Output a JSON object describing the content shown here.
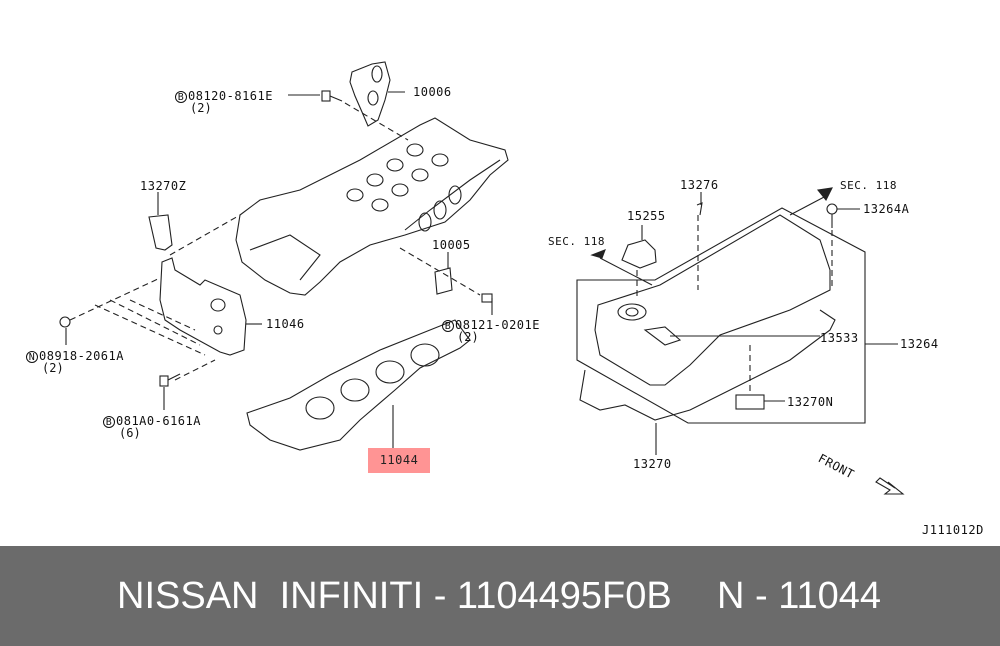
{
  "diagram": {
    "labels": {
      "p10006": "10006",
      "bolt_08120": "08120-8161E",
      "bolt_08120_qty": "(2)",
      "p13270Z": "13270Z",
      "p10005": "10005",
      "p11046": "11046",
      "bolt_08121": "08121-0201E",
      "bolt_08121_qty": "(2)",
      "nut_08918": "08918-2061A",
      "nut_08918_qty": "(2)",
      "bolt_081A0": "081A0-6161A",
      "bolt_081A0_qty": "(6)",
      "p11044": "11044",
      "p13276": "13276",
      "p15255": "15255",
      "sec118_a": "SEC. 118",
      "sec118_b": "SEC. 118",
      "p13264A": "13264A",
      "p13533": "13533",
      "p13264": "13264",
      "p13270N": "13270N",
      "p13270": "13270",
      "front": "FRONT",
      "drawing_id": "J111012D"
    },
    "markers": {
      "bolt": "B",
      "nut": "N"
    },
    "highlight_color": "#ff9494"
  },
  "footer": {
    "brand": "NISSAN  INFINITI - 1104495F0B",
    "part": "N - 11044"
  }
}
